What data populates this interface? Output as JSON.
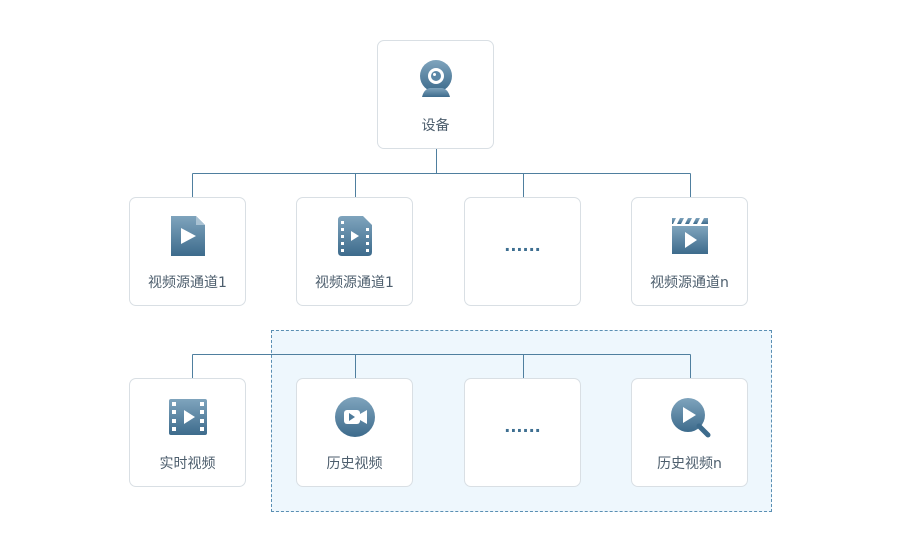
{
  "colors": {
    "line": "#4f7f9f",
    "icon_top": "#7fa4bd",
    "icon_bottom": "#3d6b8c",
    "highlight_fill": "#eef7fd",
    "highlight_border": "#5a8fb3",
    "text": "#4d5e6d"
  },
  "root": {
    "label": "设备",
    "icon": "webcam-icon"
  },
  "channels": [
    {
      "label": "视频源通道1",
      "icon": "video-file-icon"
    },
    {
      "label": "视频源通道1",
      "icon": "film-play-icon"
    },
    {
      "label": "......",
      "icon": ""
    },
    {
      "label": "视频源通道n",
      "icon": "clapperboard-icon"
    }
  ],
  "videos": [
    {
      "label": "实时视频",
      "icon": "filmstrip-icon"
    },
    {
      "label": "历史视频",
      "icon": "video-camera-circle-icon"
    },
    {
      "label": "......",
      "icon": ""
    },
    {
      "label": "历史视频n",
      "icon": "search-play-icon"
    }
  ]
}
